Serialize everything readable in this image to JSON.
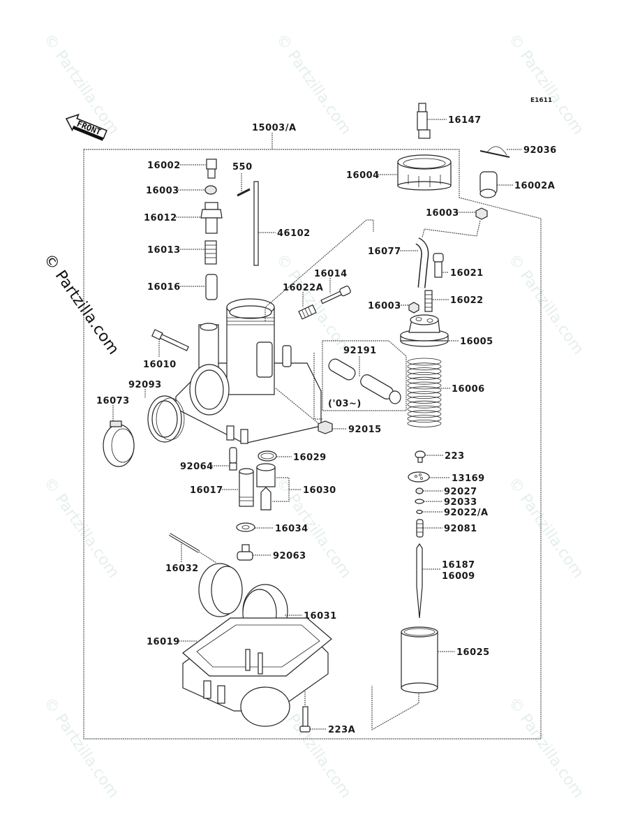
{
  "diagram": {
    "code": "E1611",
    "assembly_label": "15003/A",
    "front_label": "FRONT",
    "year_note": "('03~)",
    "watermark": "© Partzilla.com",
    "parts": {
      "p16002": "16002",
      "p550": "550",
      "p16003a": "16003",
      "p16012": "16012",
      "p46102": "46102",
      "p16013": "16013",
      "p16016": "16016",
      "p16014": "16014",
      "p16022A": "16022A",
      "p16010": "16010",
      "p92093": "92093",
      "p16073": "16073",
      "p92191": "92191",
      "p92015": "92015",
      "p16147": "16147",
      "p92036": "92036",
      "p16004": "16004",
      "p16002A": "16002A",
      "p16003b": "16003",
      "p16077": "16077",
      "p16021": "16021",
      "p16003c": "16003",
      "p16022": "16022",
      "p16005": "16005",
      "p16006": "16006",
      "p16029": "16029",
      "p92064": "92064",
      "p16017": "16017",
      "p16030": "16030",
      "p16034": "16034",
      "p92063": "92063",
      "p16032": "16032",
      "p16031": "16031",
      "p16019": "16019",
      "p223A": "223A",
      "p223": "223",
      "p13169": "13169",
      "p92027": "92027",
      "p92033": "92033",
      "p92022A": "92022/A",
      "p92081": "92081",
      "p16187": "16187",
      "p16009": "16009",
      "p16025": "16025"
    }
  }
}
